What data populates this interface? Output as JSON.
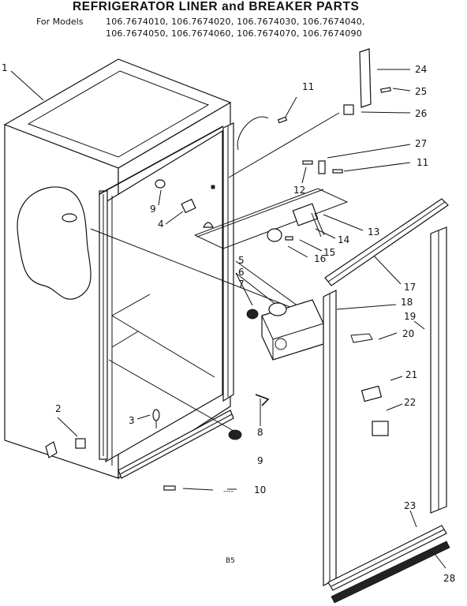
{
  "header": {
    "title": "REFRIGERATOR LINER and BREAKER PARTS",
    "models_label": "For Models",
    "models_line1": "106.7674010, 106.7674020, 106.7674030, 106.7674040,",
    "models_line2": "106.7674050, 106.7674060, 106.7674070, 106.7674090"
  },
  "callouts": {
    "c1": "1",
    "c2": "2",
    "c3": "3",
    "c4": "4",
    "c5": "5",
    "c6": "6",
    "c7": "7",
    "c8": "8",
    "c9a": "9",
    "c9b": "9",
    "c10": "10",
    "c11a": "11",
    "c11b": "11",
    "c12": "12",
    "c13": "13",
    "c14": "14",
    "c15": "15",
    "c16": "16",
    "c17": "17",
    "c18": "18",
    "c19": "19",
    "c20": "20",
    "c21": "21",
    "c22": "22",
    "c23": "23",
    "c24": "24",
    "c25": "25",
    "c26": "26",
    "c27": "27",
    "c28": "28"
  },
  "page_code": "B5",
  "dash_mark": "----"
}
